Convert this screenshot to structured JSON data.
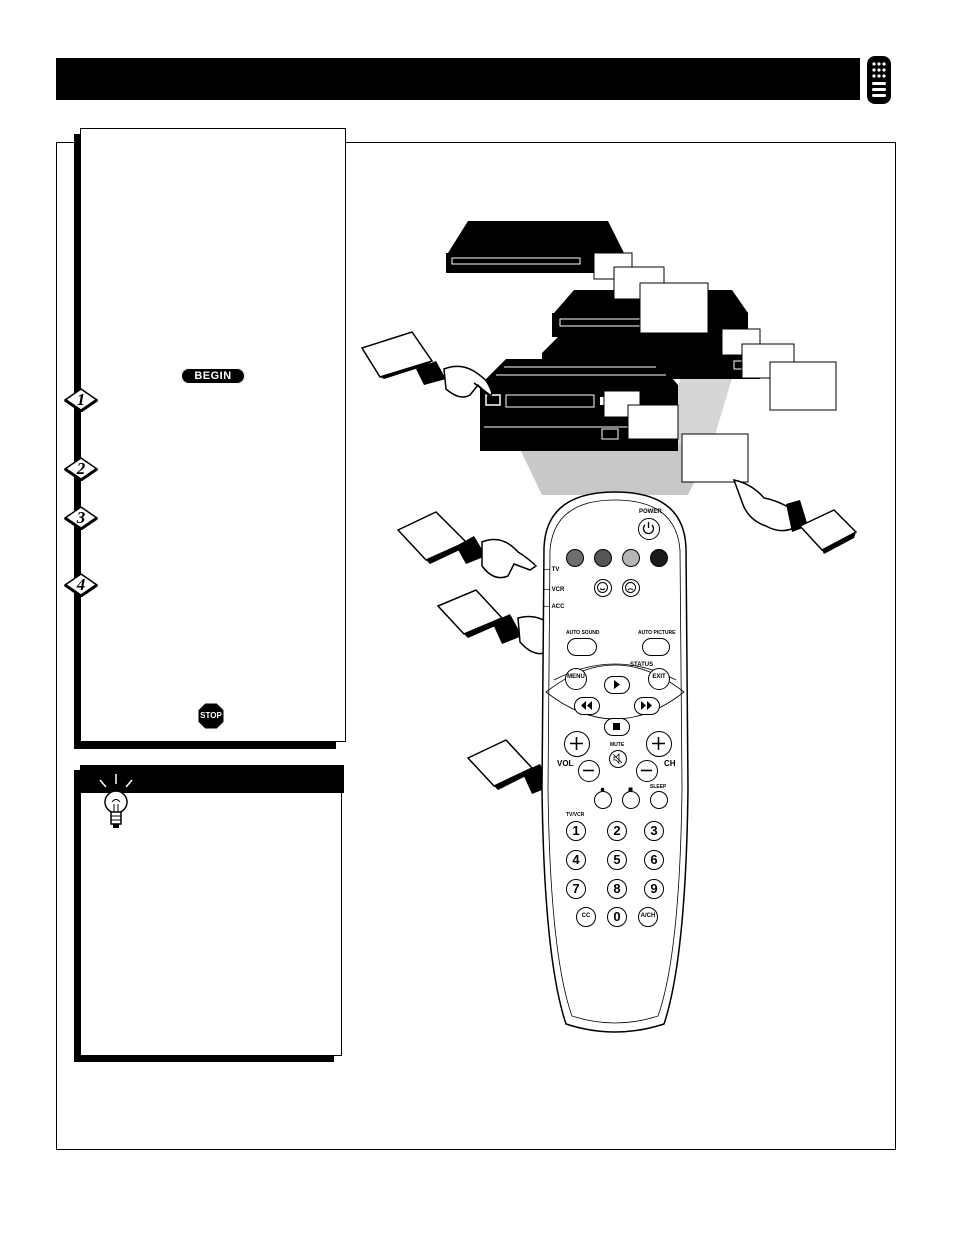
{
  "begin_label": "BEGIN",
  "steps": [
    "1",
    "2",
    "3",
    "4"
  ],
  "stop_label": "STOP",
  "remote": {
    "power": "POWER",
    "mode_tv": "— TV",
    "mode_vcr": "— VCR",
    "mode_acc": "— ACC",
    "auto_sound": "AUTO SOUND",
    "auto_picture": "AUTO PICTURE",
    "status": "STATUS",
    "menu": "MENU",
    "exit": "EXIT",
    "mute": "MUTE",
    "vol": "VOL",
    "ch": "CH",
    "sleep": "SLEEP",
    "tv_vcr": "TV/VCR",
    "digits": [
      "1",
      "2",
      "3",
      "4",
      "5",
      "6",
      "7",
      "8",
      "9"
    ],
    "zero": "0",
    "cc": "CC",
    "ach": "A/CH",
    "color_keys": [
      "#6e6e6e",
      "#555555",
      "#b5b5b5",
      "#1a1a1a"
    ]
  }
}
